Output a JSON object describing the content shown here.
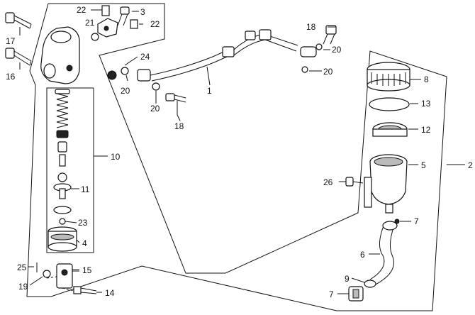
{
  "callouts": {
    "c1": "1",
    "c2": "2",
    "c3": "3",
    "c4": "4",
    "c5": "5",
    "c6": "6",
    "c7a": "7",
    "c7b": "7",
    "c8": "8",
    "c9": "9",
    "c10": "10",
    "c11": "11",
    "c12": "12",
    "c13": "13",
    "c14": "14",
    "c15": "15",
    "c16": "16",
    "c17": "17",
    "c18a": "18",
    "c18b": "18",
    "c19": "19",
    "c20a": "20",
    "c20b": "20",
    "c20c": "20",
    "c20d": "20",
    "c21": "21",
    "c22a": "22",
    "c22b": "22",
    "c23": "23",
    "c24": "24",
    "c25": "25",
    "c26": "26"
  }
}
